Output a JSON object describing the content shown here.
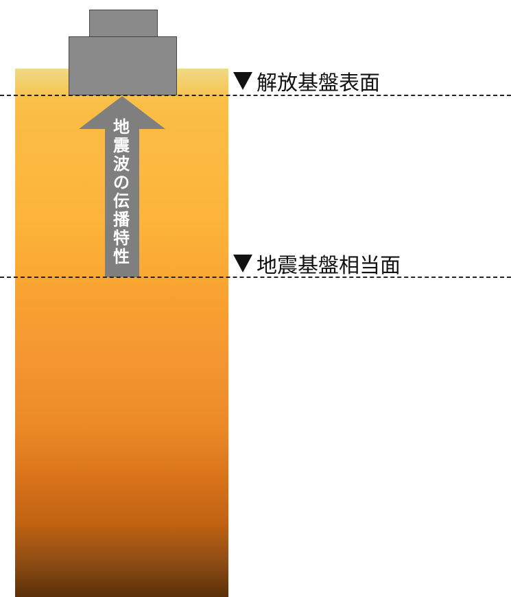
{
  "labels": {
    "upper_surface": "解放基盤表面",
    "lower_surface": "地震基盤相当面"
  },
  "arrow_text": [
    "地",
    "震",
    "波",
    "の",
    "伝",
    "播",
    "特",
    "性"
  ],
  "colors": {
    "building": "#8a8a8a",
    "arrow": "#7f7f7f",
    "soil_top": "#f8c44e",
    "soil_bottom": "#5a2f08"
  },
  "icons": {
    "marker": "down-triangle-icon"
  }
}
